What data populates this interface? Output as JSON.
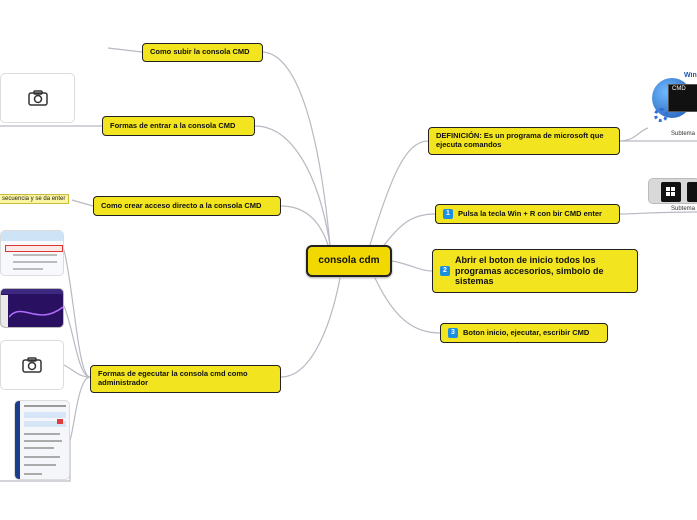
{
  "central": {
    "label": "consola cdm"
  },
  "left_nodes": [
    {
      "label": "Como subir la consola CMD"
    },
    {
      "label": "Formas de entrar a la consola CMD"
    },
    {
      "label": "Como crear acceso directo a la consola CMD"
    },
    {
      "label": "Formas de egecutar la consola cmd como administrador"
    }
  ],
  "right_nodes": [
    {
      "label": "DEFINICIÓN: Es un programa de microsoft que ejecuta comandos"
    },
    {
      "badge": "1",
      "label": "Pulsa la tecla Win + R con bir CMD enter"
    },
    {
      "badge": "2",
      "label": "Abrir el boton de inicio todos los programas accesorios, simbolo de sistemas"
    },
    {
      "badge": "3",
      "label": "Boton inicio, ejecutar, escribir CMD"
    }
  ],
  "left_small_label": "secuencia y se da enter",
  "subtema_labels": [
    "Subtema",
    "Subtema"
  ],
  "thumb_win_text": "Win",
  "thumb_cmd_text": "CMD",
  "colors": {
    "node": "#f2e51f",
    "central": "#f0d800",
    "line": "#b9b9c4",
    "badge": "#1d8fe0"
  },
  "icons": [
    "camera-icon",
    "windows-logo-icon"
  ]
}
